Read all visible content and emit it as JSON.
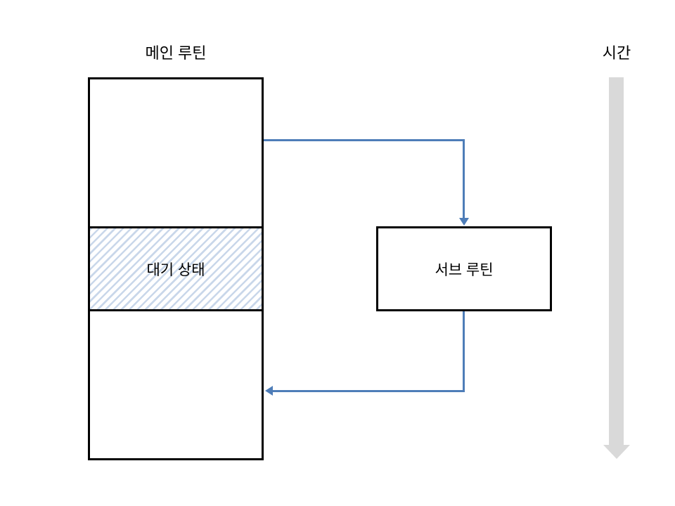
{
  "diagram": {
    "main_routine_title": "메인 루틴",
    "time_axis_label": "시간",
    "waiting_state_label": "대기 상태",
    "subroutine_label": "서브 루틴"
  },
  "colors": {
    "connector_blue": "#4e7db8",
    "hatch_blue": "#c9d7ea",
    "time_arrow_gray": "#d9d9d9",
    "box_border": "#000000"
  }
}
